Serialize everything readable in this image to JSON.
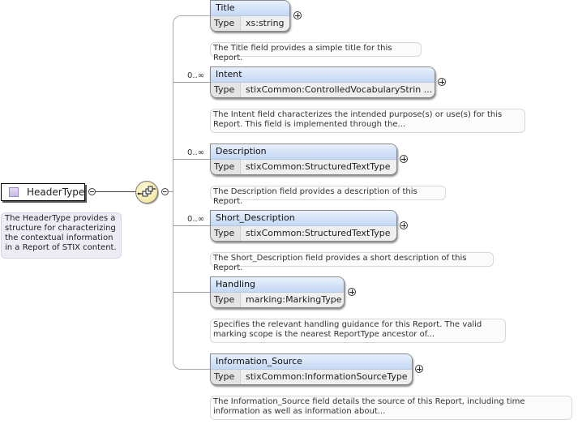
{
  "root": {
    "name": "HeaderType",
    "documentation": "The HeaderType provides a structure for characterizing the contextual information in a Report of STIX content."
  },
  "compositor": {
    "kind": "sequence",
    "icon": "sequence-icon"
  },
  "type_label": "Type",
  "elements": [
    {
      "name": "Title",
      "cardinality": "",
      "type": "xs:string",
      "documentation": "The Title field provides a simple title for this Report."
    },
    {
      "name": "Intent",
      "cardinality": "0..∞",
      "type": "stixCommon:ControlledVocabularyStrin ...",
      "documentation": "The Intent field characterizes the intended purpose(s) or use(s) for this Report. This field is implemented through the..."
    },
    {
      "name": "Description",
      "cardinality": "0..∞",
      "type": "stixCommon:StructuredTextType",
      "documentation": "The Description field provides a description of this Report."
    },
    {
      "name": "Short_Description",
      "cardinality": "0..∞",
      "type": "stixCommon:StructuredTextType",
      "documentation": "The Short_Description field provides a short description of this Report."
    },
    {
      "name": "Handling",
      "cardinality": "",
      "type": "marking:MarkingType",
      "documentation": "Specifies the relevant handling guidance for this Report. The valid marking scope is the nearest ReportType ancestor of..."
    },
    {
      "name": "Information_Source",
      "cardinality": "",
      "type": "stixCommon:InformationSourceType",
      "documentation": "The Information_Source field details the source of this Report, including time information as well as information about..."
    }
  ]
}
